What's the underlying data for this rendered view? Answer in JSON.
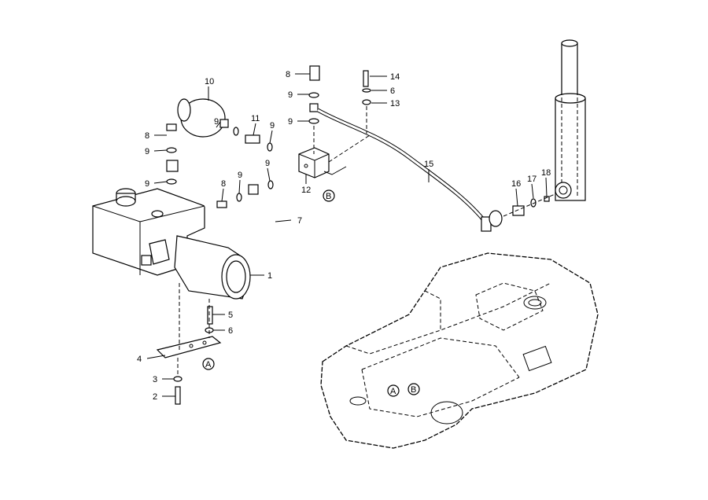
{
  "diagram": {
    "type": "exploded parts diagram",
    "callouts": [
      "10",
      "8",
      "14",
      "6",
      "13",
      "9",
      "9",
      "11",
      "9",
      "9",
      "8",
      "9",
      "9",
      "9",
      "9",
      "8",
      "12",
      "15",
      "16",
      "17",
      "18",
      "7",
      "1",
      "5",
      "6",
      "4",
      "3",
      "2"
    ],
    "references": {
      "a": "A",
      "b": "B"
    }
  }
}
